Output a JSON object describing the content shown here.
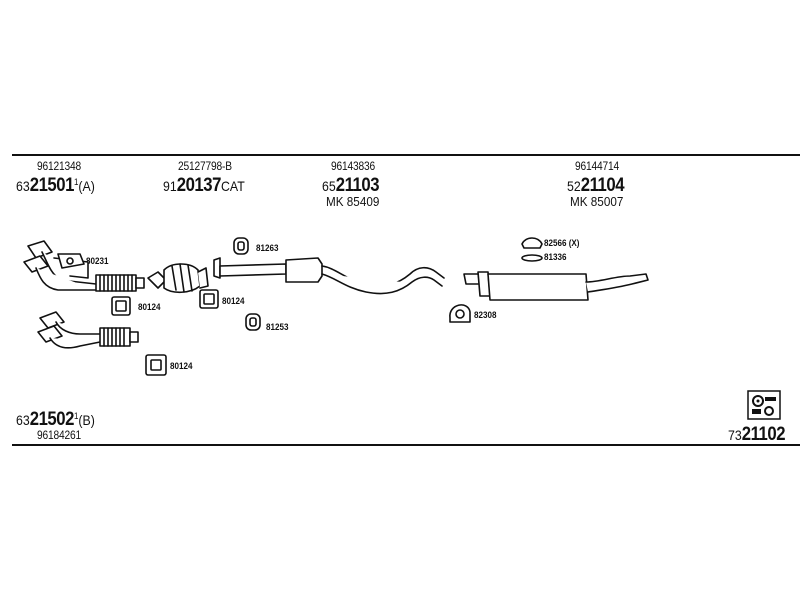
{
  "top_parts": [
    {
      "oem": "96121348",
      "prefix": "63",
      "number": "21501",
      "sup": "1",
      "suffix": "(A)"
    },
    {
      "oem": "25127798-B",
      "prefix": "91",
      "number": "20137",
      "sup": "",
      "suffix": "CAT"
    },
    {
      "oem": "96143836",
      "prefix": "65",
      "number": "21103",
      "sup": "",
      "suffix": "",
      "mk": "MK 85409"
    },
    {
      "oem": "96144714",
      "prefix": "52",
      "number": "21104",
      "sup": "",
      "suffix": "",
      "mk": "MK 85007"
    }
  ],
  "bottom_part": {
    "prefix": "63",
    "number": "21502",
    "sup": "1",
    "suffix": "(B)",
    "oem": "96184261"
  },
  "kit_number": {
    "prefix": "73",
    "number": "21102"
  },
  "component_labels": {
    "gasket_front": "80231",
    "gasket_a": "80124",
    "gasket_b": "80124",
    "gasket_c": "80124",
    "hanger_top": "81263",
    "hanger_bottom": "81253",
    "clamp_x": "82566 (X)",
    "hanger_rear": "81336",
    "clamp_rear": "82308"
  }
}
